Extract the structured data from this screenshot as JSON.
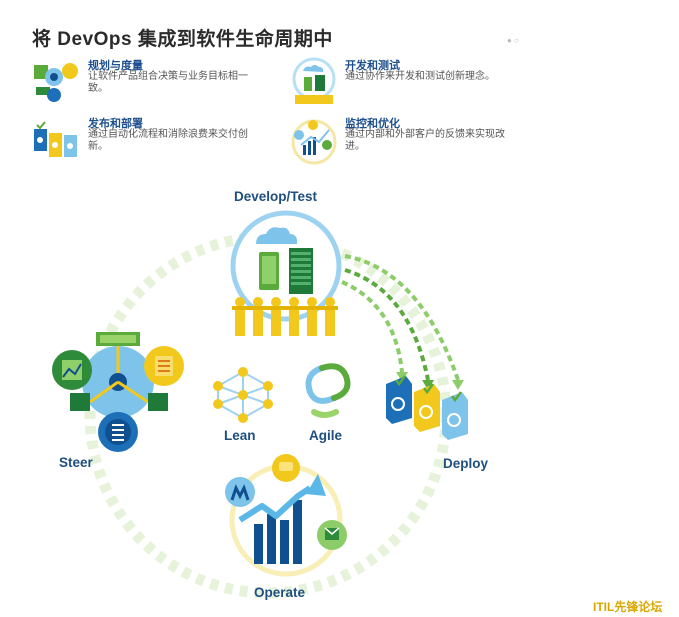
{
  "title": "将 DevOps 集成到软件生命周期中",
  "features": [
    {
      "title": "规划与度量",
      "desc": "让软件产品组合决策与业务目标相一致。",
      "icon": "plan-measure-icon"
    },
    {
      "title": "开发和测试",
      "desc": "通过协作来开发和测试创新理念。",
      "icon": "develop-test-icon"
    },
    {
      "title": "发布和部署",
      "desc": "通过自动化流程和消除浪费来交付创新。",
      "icon": "release-deploy-icon"
    },
    {
      "title": "监控和优化",
      "desc": "通过内部和外部客户的反馈来实现改进。",
      "icon": "monitor-optimize-icon"
    }
  ],
  "cycle": {
    "develop_test": "Develop/Test",
    "steer": "Steer",
    "deploy": "Deploy",
    "operate": "Operate",
    "lean": "Lean",
    "agile": "Agile"
  },
  "colors": {
    "title_blue": "#1f4f7f",
    "ring_green": "#cfe8b8",
    "accent_yellow": "#f2c81c",
    "light_blue": "#7dc3ea",
    "green": "#5aaa3c",
    "dark_blue": "#11508f"
  },
  "watermark": "ITIL先锋论坛"
}
